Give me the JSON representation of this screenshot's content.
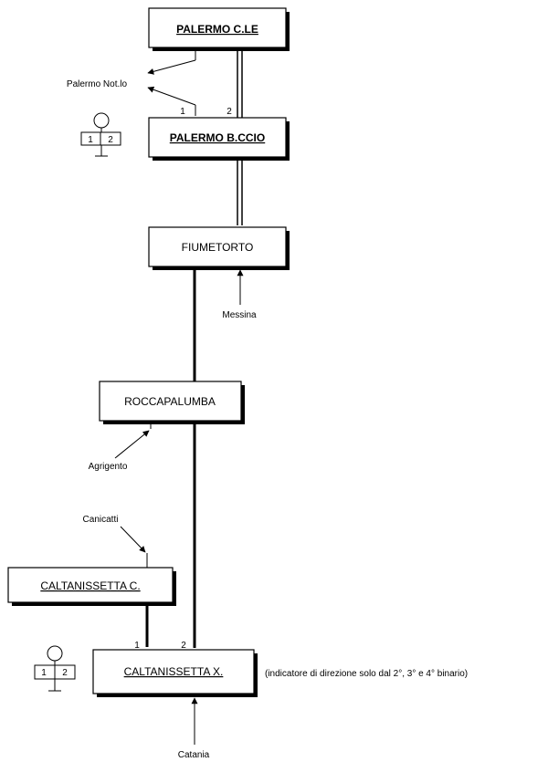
{
  "stations": {
    "palermo_cle": "PALERMO C.LE",
    "palermo_bccio": "PALERMO B.CCIO",
    "fiumetorto": "FIUMETORTO",
    "roccapalumba": "ROCCAPALUMBA",
    "caltanissetta_c": "CALTANISSETTA C.",
    "caltanissetta_x": "CALTANISSETTA X."
  },
  "destinations": {
    "palermo_notlo": "Palermo Not.lo",
    "messina": "Messina",
    "agrigento": "Agrigento",
    "canicatti": "Canicatti",
    "catania": "Catania"
  },
  "tracks": {
    "top_1": "1",
    "top_2": "2",
    "bottom_1": "1",
    "bottom_2": "2"
  },
  "signals": {
    "top_1": "1",
    "top_2": "2",
    "bottom_1": "1",
    "bottom_2": "2"
  },
  "note": "(indicatore di direzione solo dal 2°, 3° e 4° binario)"
}
